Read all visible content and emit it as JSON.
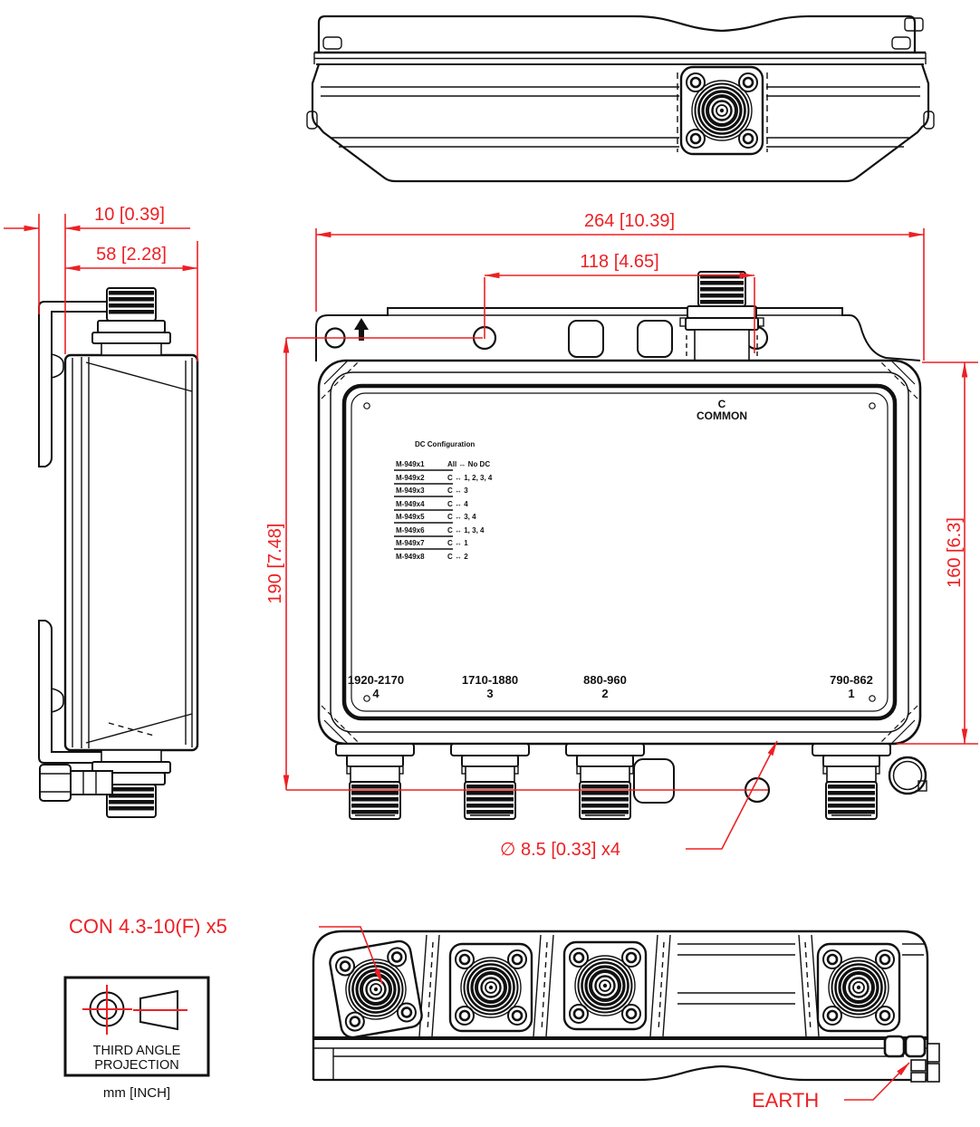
{
  "drawing": {
    "type": "mechanical-drawing",
    "units_note": "mm [INCH]"
  },
  "colors": {
    "line": "#111111",
    "dimension_red": "#ed2024",
    "background": "#ffffff"
  },
  "dimensions": {
    "bracket_offset": "10 [0.39]",
    "body_depth": "58 [2.28]",
    "overall_width": "264 [10.39]",
    "top_hole_spacing": "118 [4.65]",
    "mounting_height": "190 [7.48]",
    "body_height": "160 [6.3]",
    "mounting_hole": "∅ 8.5 [0.33]  x4"
  },
  "callouts": {
    "connector": "CON 4.3-10(F) x5",
    "earth": "EARTH"
  },
  "projection_symbol": {
    "line1": "THIRD ANGLE",
    "line2": "PROJECTION",
    "units": "mm [INCH]"
  },
  "front_panel": {
    "common_port": {
      "line1": "C",
      "line2": "COMMON"
    },
    "dc_table": {
      "title": "DC Configuration",
      "rows": [
        {
          "model": "M-949x1",
          "config": "All ↔ No DC"
        },
        {
          "model": "M-949x2",
          "config": "C ↔ 1, 2, 3, 4"
        },
        {
          "model": "M-949x3",
          "config": "C ↔ 3"
        },
        {
          "model": "M-949x4",
          "config": "C ↔ 4"
        },
        {
          "model": "M-949x5",
          "config": "C ↔ 3, 4"
        },
        {
          "model": "M-949x6",
          "config": "C ↔ 1, 3, 4"
        },
        {
          "model": "M-949x7",
          "config": "C ↔ 1"
        },
        {
          "model": "M-949x8",
          "config": "C ↔ 2"
        }
      ]
    },
    "ports": [
      {
        "freq": "1920-2170",
        "num": "4"
      },
      {
        "freq": "1710-1880",
        "num": "3"
      },
      {
        "freq": "880-960",
        "num": "2"
      },
      {
        "freq": "790-862",
        "num": "1"
      }
    ]
  }
}
